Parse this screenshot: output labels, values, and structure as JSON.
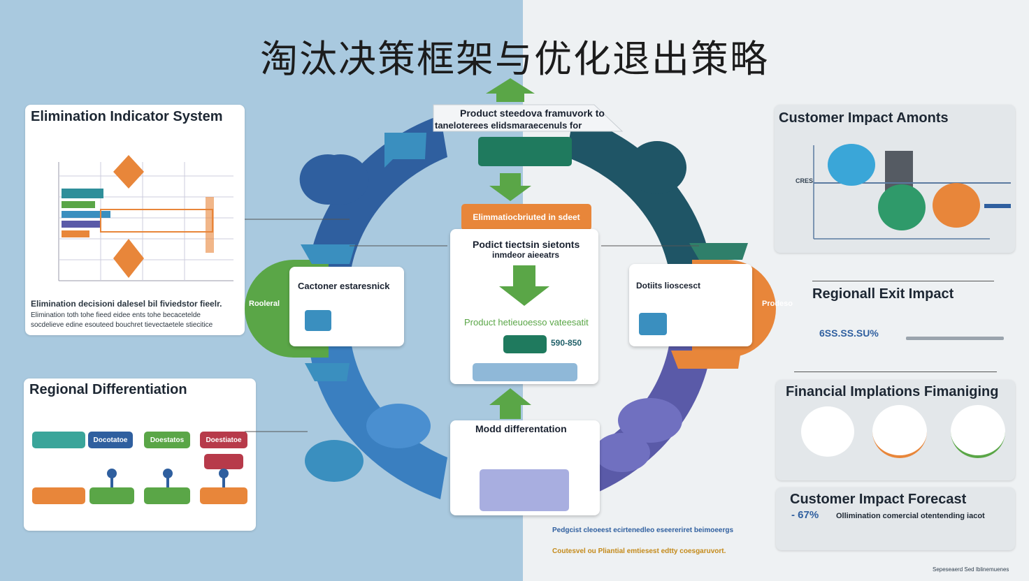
{
  "title": "淘汰决策框架与优化退出策略",
  "colors": {
    "navy": "#2f5f9f",
    "teal": "#1f5f68",
    "green": "#5aa647",
    "orange": "#e8863a",
    "purple": "#5a5aa8",
    "blue": "#3a8fbf"
  },
  "left_panels": {
    "elimination": {
      "title": "Elimination Indicator System",
      "text1": "Elimination decisioni dalesel bil fiviedstor fieelr.",
      "text2": "Elimination toth tohe fieed eidee ents tohe becacetelde",
      "text3": "socdelieve edine esouteed bouchret tievectaetele stiecitice"
    },
    "regional": {
      "title": "Regional Differentiation",
      "boxes": [
        "",
        "Docotatoe",
        "Doestatos",
        "Doestiatoe"
      ]
    }
  },
  "right_panels": {
    "customer_impact": {
      "title": "Customer Impact Amonts",
      "label": "CRES"
    },
    "regional_exit": {
      "title": "Regionall Exit Impact",
      "value": "6SS.SS.SU%"
    },
    "financial": {
      "title": "Financial Implations  Fimaniging"
    },
    "forecast": {
      "title": "Customer Impact Forecast",
      "value": "- 67%",
      "text": "Ollimination comercial otentending iacot"
    }
  },
  "center": {
    "top_label": "Product steedova framuvork to",
    "top_sub": "taneloterees elidsmaraecenuls for",
    "center_header": "Elimmatiocbriuted in sdeet",
    "center_title": "Podict tiectsin sietonts",
    "center_sub": "inmdeor aieeatrs",
    "center_green": "Product hetieuoesso vateesatit",
    "center_value": "590-850",
    "model_title": "Modd differentation",
    "left_card_title": "Cactoner estaresnick",
    "right_card_title": "Dotiits lioscesct",
    "left_arc": "Rooleral",
    "right_arc": "Prodeso"
  },
  "bottom": {
    "right_text1": "Pedgcist cleoeest ecirtenedleo eseereriret beimoeergs",
    "right_text2": "Coutesvel ou Pliantial emtiesest edtty coesgaruvort.",
    "corner": "Sepeseaerd Sed Iblinemuenes"
  }
}
